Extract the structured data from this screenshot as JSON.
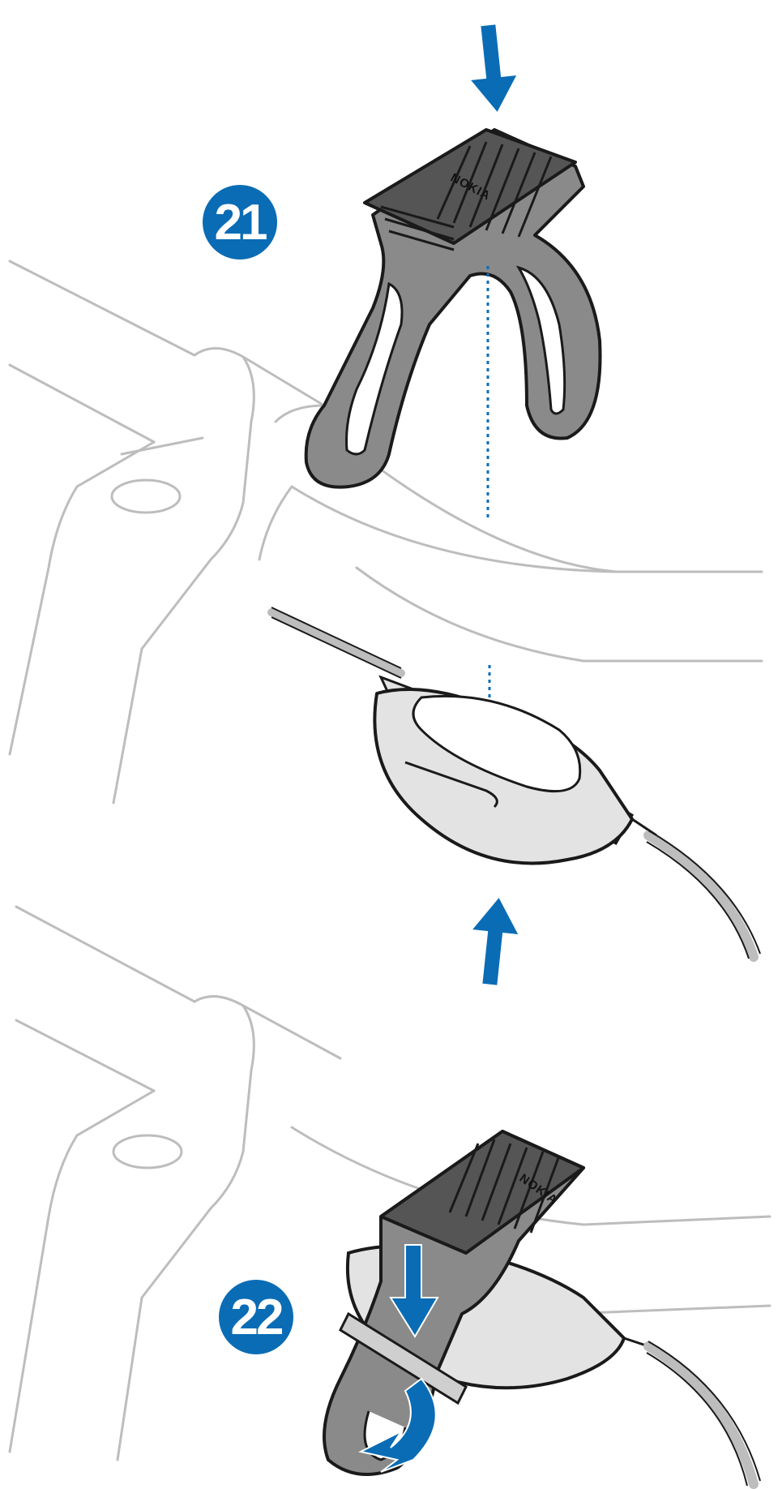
{
  "steps": [
    {
      "number": "21"
    },
    {
      "number": "22"
    }
  ],
  "brand_text": "NOKIA",
  "icons": [
    "arrow-down-icon",
    "arrow-up-icon",
    "curved-arrow-icon"
  ],
  "colors": {
    "accent": "#0a6cb5",
    "line": "#bdbdbd",
    "strap_fill": "#8a8a8a",
    "strap_dark": "#555555",
    "outline": "#1a1a1a",
    "sensor_fill": "#e3e3e3"
  }
}
